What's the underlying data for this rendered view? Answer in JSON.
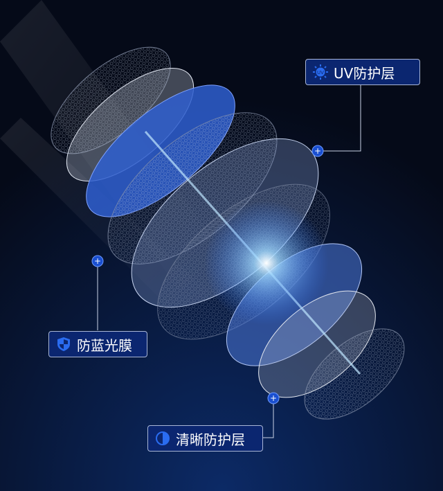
{
  "labels": {
    "uv": {
      "text": "UV防护层",
      "icon": "uv-sun-icon",
      "icon_text": "UV"
    },
    "blue_light": {
      "text": "防蓝光膜",
      "icon": "shield-icon"
    },
    "clarity": {
      "text": "清晰防护层",
      "icon": "contrast-circle-icon"
    }
  },
  "colors": {
    "background": "#050a18",
    "label_bg": "#0b2670",
    "accent": "#2a6cf0",
    "glow": "#9fd8ff"
  }
}
